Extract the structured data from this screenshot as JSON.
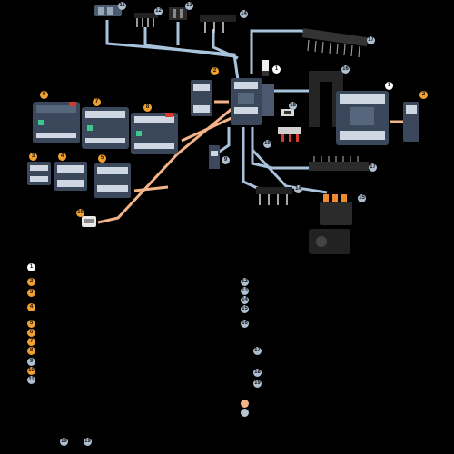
{
  "callouts": {
    "c1a": "1",
    "c1b": "1",
    "c2a": "2",
    "c2b": "2",
    "c3": "3",
    "c4": "4",
    "c5": "5",
    "c6": "6",
    "c7": "7",
    "c8": "8",
    "c9": "9",
    "c10": "10",
    "c11": "11",
    "c12": "12",
    "c13": "13",
    "c14a": "14",
    "c14b": "14",
    "c15": "15",
    "c16": "16",
    "c17a": "17",
    "c17b": "17",
    "c18": "18",
    "c19": "19"
  },
  "legend_left": [
    "1",
    "2",
    "3",
    "4",
    "5",
    "6",
    "7",
    "8",
    "9",
    "10",
    "11"
  ],
  "legend_right": [
    "12",
    "13",
    "14",
    "15",
    "16",
    "17",
    "18",
    "19"
  ],
  "legend_bottom": [
    "19",
    "19"
  ],
  "colors": {
    "background": "#000000",
    "connector_blue": "#a9c3dc",
    "connector_peach": "#f4b48a",
    "device_body": "#3a4658",
    "device_light": "#cfd8e2",
    "accent_green": "#3cc88c",
    "accent_red": "#d83a2a",
    "accent_orange": "#f08a30"
  }
}
